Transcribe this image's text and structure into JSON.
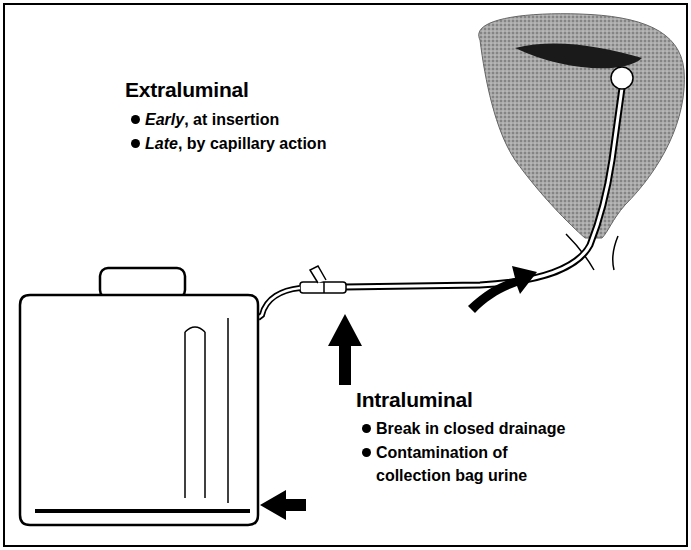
{
  "diagram": {
    "labels": [
      "Extraluminal",
      "Early, at insertion",
      "Late, by capillary action",
      "Intraluminal",
      "Break in closed drainage",
      "Contamination of collection bag urine"
    ]
  }
}
